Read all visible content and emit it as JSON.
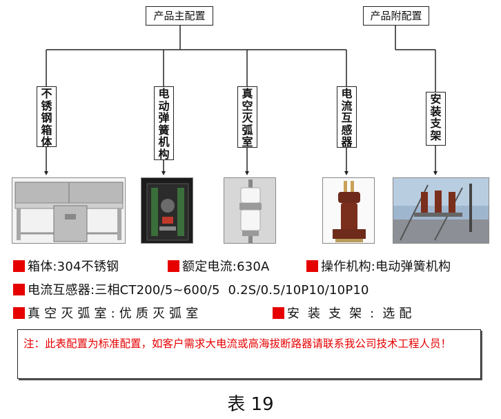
{
  "tree": {
    "main_config": "产品主配置",
    "accessory_config": "产品附配置",
    "components": [
      {
        "label": "不锈钢箱体",
        "chars": [
          "不",
          "锈",
          "钢",
          "箱",
          "体"
        ]
      },
      {
        "label": "电动弹簧机构",
        "chars": [
          "电",
          "动",
          "弹",
          "簧",
          "机",
          "构"
        ]
      },
      {
        "label": "真空灭弧室",
        "chars": [
          "真",
          "空",
          "灭",
          "弧",
          "室"
        ]
      },
      {
        "label": "电流互感器",
        "chars": [
          "电",
          "流",
          "互",
          "感",
          "器"
        ]
      }
    ],
    "accessory": {
      "label": "安装支架",
      "chars": [
        "安",
        "装",
        "支",
        "架"
      ]
    }
  },
  "specs": {
    "row1": [
      "箱体:304不锈钢",
      "额定电流:630A",
      "操作机构:电动弹簧机构"
    ],
    "row2": [
      "电流互感器:三相CT200/5~600/5  0.2S/0.5/10P10/10P10"
    ],
    "row3": [
      "真 空 灭 弧 室 : 优 质 灭 弧 室",
      "安  装  支  架  :  选 配"
    ]
  },
  "note": "注：此表配置为标准配置，如客户需求大电流或高海拔断路器请联系我公司技术工程人员！",
  "caption": "表 19",
  "colors": {
    "marker": "#e60000",
    "note_text": "#e60000"
  }
}
